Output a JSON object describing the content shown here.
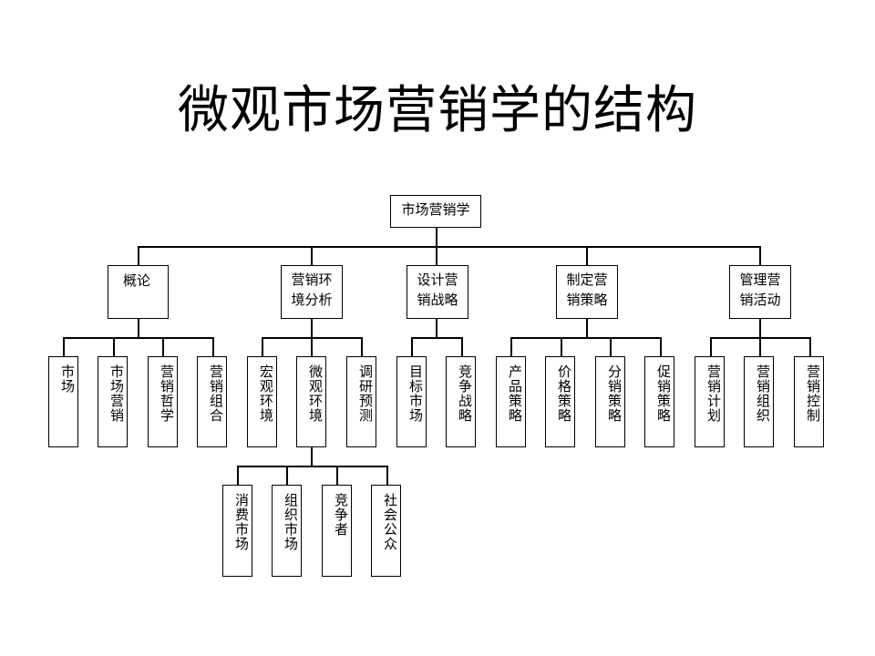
{
  "title": "微观市场营销学的结构",
  "root": "市场营销学",
  "level1": [
    "概论",
    "营销环境分析",
    "设计营销战略",
    "制定营销策略",
    "管理营销活动"
  ],
  "level2": {
    "overview": [
      "市场",
      "市场营销",
      "营销哲学",
      "营销组合"
    ],
    "environment": [
      "宏观环境",
      "微观环境",
      "调研预测"
    ],
    "strategy": [
      "目标市场",
      "竞争战略"
    ],
    "tactics": [
      "产品策略",
      "价格策略",
      "分销策略",
      "促销策略"
    ],
    "management": [
      "营销计划",
      "营销组织",
      "营销控制"
    ]
  },
  "level3": [
    "消费市场",
    "组织市场",
    "竞争者",
    "社会公众"
  ]
}
